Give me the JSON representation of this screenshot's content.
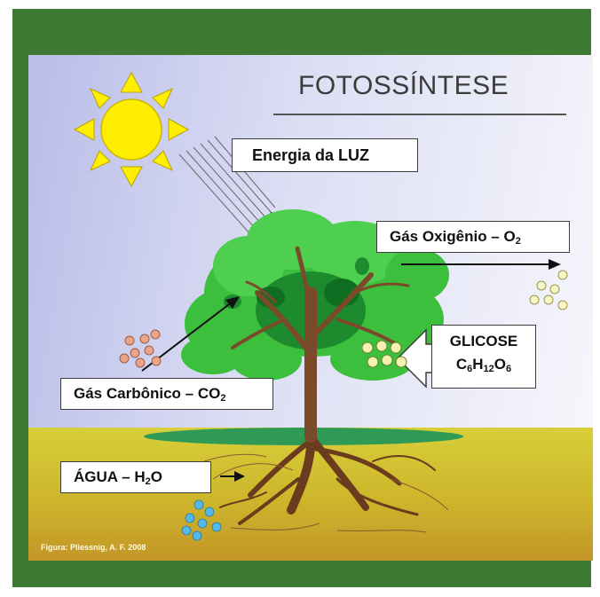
{
  "diagram": {
    "title": "FOTOSSÍNTESE",
    "light_label": "Energia da LUZ",
    "oxygen": {
      "text": "Gás Oxigênio – O",
      "sub": "2"
    },
    "carbon_dioxide": {
      "text": "Gás Carbônico – CO",
      "sub": "2"
    },
    "water": {
      "text": "ÁGUA – H",
      "sub": "2",
      "tail": "O"
    },
    "glucose": {
      "name": "GLICOSE",
      "c": "C",
      "c_sub": "6",
      "h": "H",
      "h_sub": "12",
      "o": "O",
      "o_sub": "6"
    },
    "credit": "Figura: Pliessnig, A. F. 2008"
  },
  "colors": {
    "frame": "#3f7a34",
    "sky": "#c9cbef",
    "ground": "#d4c233",
    "foliage": "#3cbf3c",
    "foliage_dark": "#1e8a2e",
    "trunk": "#7b4a2a",
    "sun": "#ffee00",
    "co2_bubbles": "#e8a58a",
    "o2_bubbles": "#f1f1b0",
    "water_drops": "#54b9e6"
  }
}
